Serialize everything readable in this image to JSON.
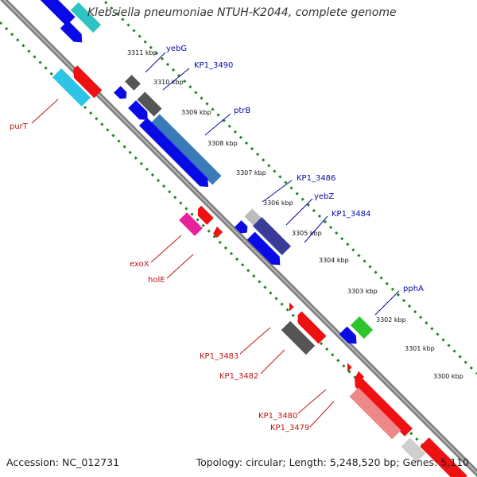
{
  "title": "Klebsiella pneumoniae NTUH-K2044, complete genome",
  "footer": {
    "accession": "Accession: NC_012731",
    "summary": "Topology: circular; Length: 5,248,520 bp; Genes: 5,110"
  },
  "colors": {
    "forward_label": "#0a0aa8",
    "reverse_label": "#c41414",
    "backbone": "#8a8a8a",
    "dotted_track": "#1e8a1e"
  },
  "kbp_ticks": [
    "3311 kbp",
    "3310 kbp",
    "3309 kbp",
    "3308 kbp",
    "3307 kbp",
    "3306 kbp",
    "3305 kbp",
    "3304 kbp",
    "3303 kbp",
    "3302 kbp",
    "3301 kbp",
    "3300 kbp"
  ],
  "forward_labels": [
    "yebG",
    "KP1_3490",
    "ptrB",
    "KP1_3486",
    "yebZ",
    "KP1_3484",
    "pphA"
  ],
  "reverse_labels": [
    "purT",
    "exoX",
    "holE",
    "KP1_3483",
    "KP1_3482",
    "KP1_3480",
    "KP1_3479"
  ]
}
